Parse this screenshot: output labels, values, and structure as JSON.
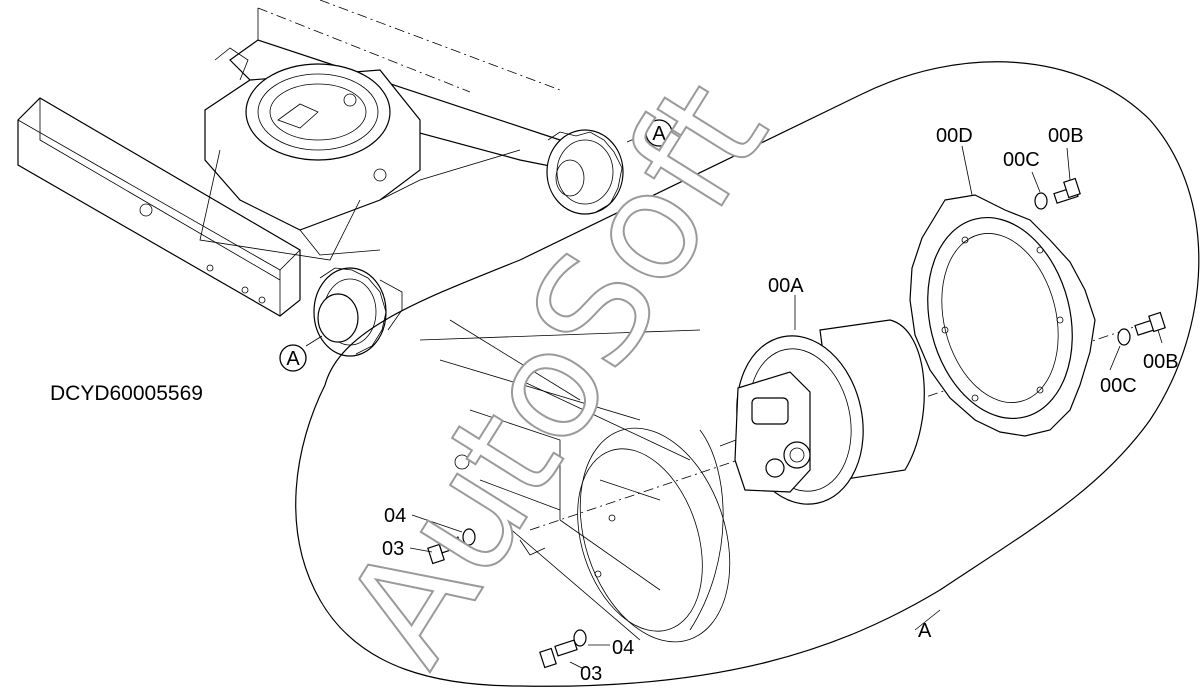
{
  "drawing_code": "DCYD60005569",
  "detail_label": "A",
  "watermark": "AutoSoft",
  "callouts": {
    "detail_ref": "A",
    "travel_motor": "00A",
    "bolt": "00B",
    "washer": "00C",
    "sprocket": "00D",
    "bolt_03": "03",
    "washer_04": "04"
  }
}
